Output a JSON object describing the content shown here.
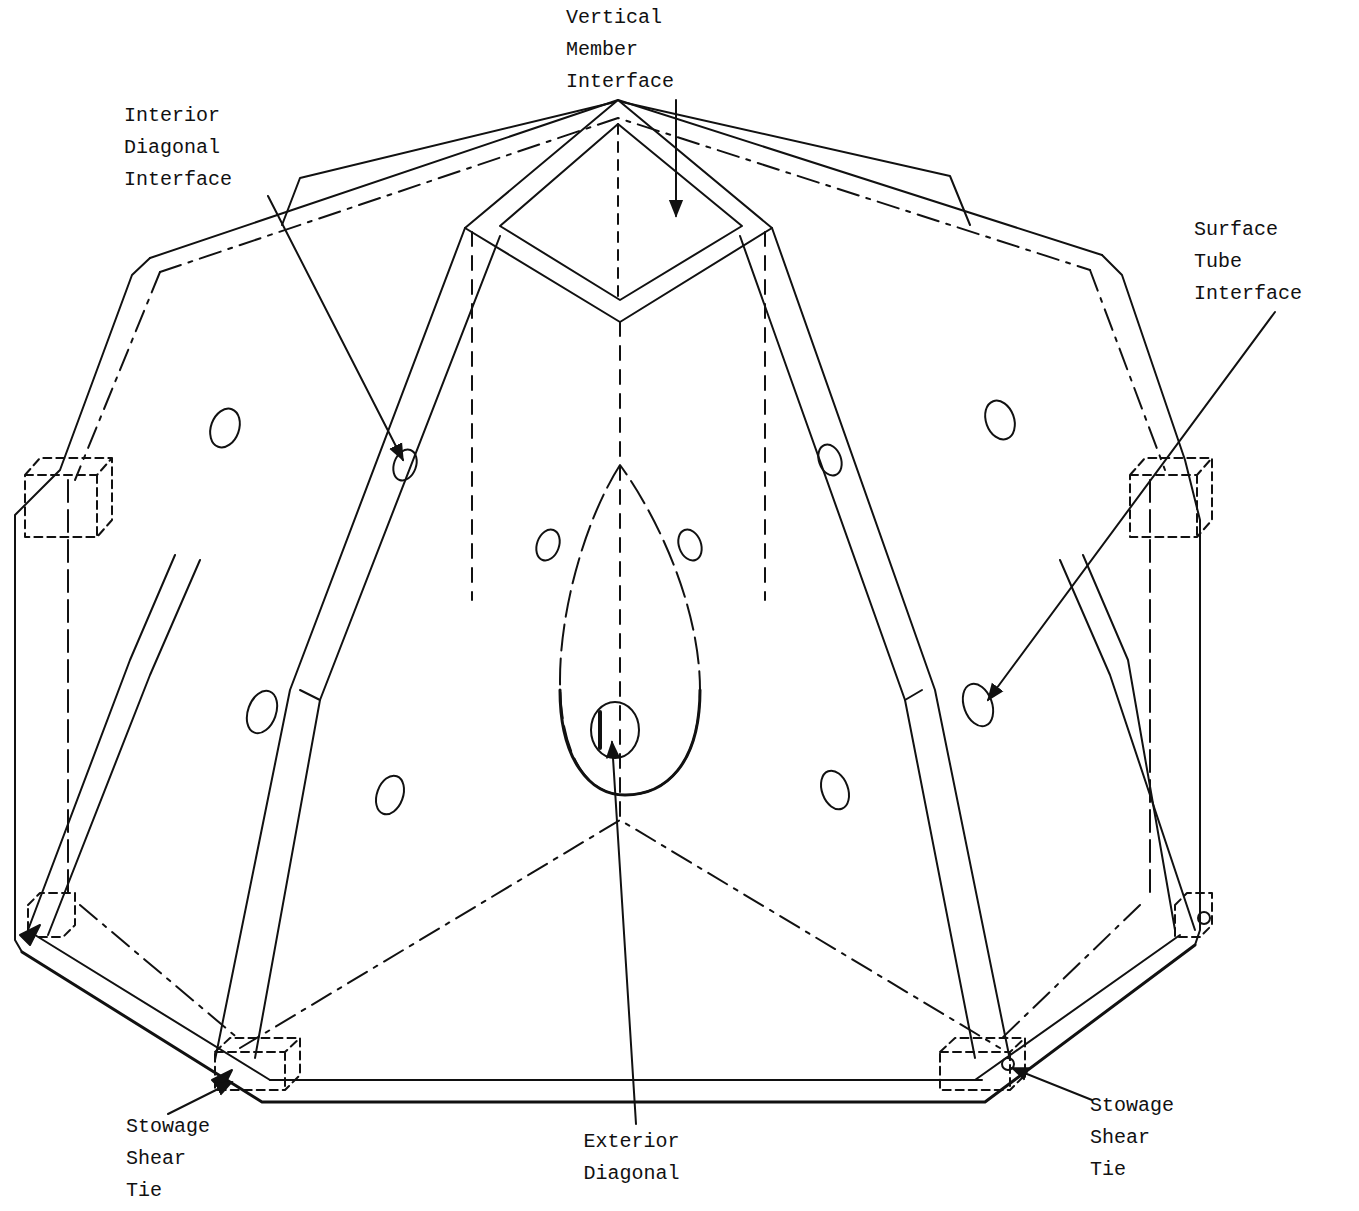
{
  "diagram": {
    "labels": [
      "Vertical Member Interface",
      "Interior Diagonal Interface",
      "Surface Tube Interface",
      "Stowage Shear Tie",
      "Exterior Diagonal",
      "Stowage Shear Tie"
    ]
  }
}
